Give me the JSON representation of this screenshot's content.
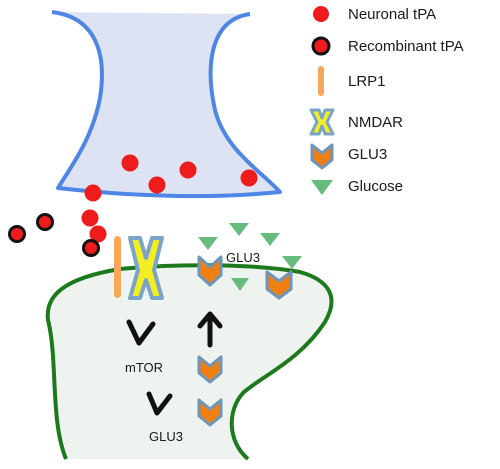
{
  "legend": {
    "neuronal_tpa": "Neuronal tPA",
    "recombinant_tpa": "Recombinant tPA",
    "lrp1": "LRP1",
    "nmdar": "NMDAR",
    "glu3": "GLU3",
    "glucose": "Glucose"
  },
  "labels": {
    "glu3_membrane": "GLU3",
    "mtor": "mTOR",
    "glu3_bottom": "GLU3"
  },
  "colors": {
    "presynaptic_outline": "#4f86e6",
    "presynaptic_fill": "#dde3f3",
    "postsynaptic_outline": "#1c7a1c",
    "postsynaptic_fill": "#eef3ef",
    "tpa_red": "#ee1c1c",
    "recombinant_ring": "#111111",
    "lrp1_orange": "#f5a85a",
    "nmdar_yellow": "#f2ee22",
    "nmdar_outline": "#7ba4c8",
    "glu3_orange": "#f07f12",
    "glu3_outline": "#6f95b9",
    "glucose_green": "#66bb7d",
    "arrow_black": "#111111"
  },
  "icons": {
    "neuronal_tpa": "red-circle",
    "recombinant_tpa": "red-circle-black-ring",
    "lrp1": "orange-bar",
    "nmdar": "yellow-bowtie",
    "glu3": "orange-chevron",
    "glucose": "green-triangle"
  }
}
